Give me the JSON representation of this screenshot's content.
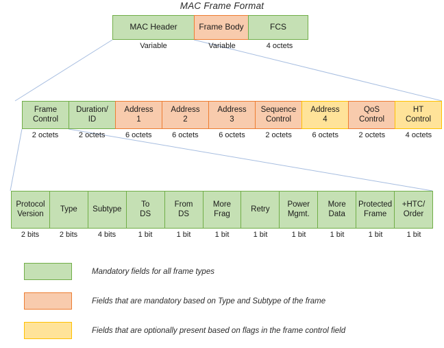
{
  "title": "MAC Frame Format",
  "colors": {
    "green_fill": "#C5E0B4",
    "green_border": "#70AD47",
    "orange_fill": "#F8CBAD",
    "orange_border": "#ED7D31",
    "yellow_fill": "#FFE399",
    "yellow_border": "#FFC000",
    "connector_line": "#A6BDE0"
  },
  "frame": {
    "fields": [
      {
        "label": "MAC Header",
        "size": "Variable",
        "color": "green"
      },
      {
        "label": "Frame Body",
        "size": "Variable",
        "color": "orange"
      },
      {
        "label": "FCS",
        "size": "4 octets",
        "color": "green"
      }
    ]
  },
  "mac_header": {
    "fields": [
      {
        "label": "Frame\nControl",
        "size": "2 octets",
        "color": "green"
      },
      {
        "label": "Duration/\nID",
        "size": "2 octets",
        "color": "green"
      },
      {
        "label": "Address\n1",
        "size": "6 octets",
        "color": "orange"
      },
      {
        "label": "Address\n2",
        "size": "6 octets",
        "color": "orange"
      },
      {
        "label": "Address\n3",
        "size": "6 octets",
        "color": "orange"
      },
      {
        "label": "Sequence\nControl",
        "size": "2 octets",
        "color": "orange"
      },
      {
        "label": "Address\n4",
        "size": "6 octets",
        "color": "yellow"
      },
      {
        "label": "QoS\nControl",
        "size": "2 octets",
        "color": "orange"
      },
      {
        "label": "HT\nControl",
        "size": "4 octets",
        "color": "yellow"
      }
    ]
  },
  "frame_control": {
    "fields": [
      {
        "label": "Protocol\nVersion",
        "size": "2 bits",
        "color": "green"
      },
      {
        "label": "Type",
        "size": "2 bits",
        "color": "green"
      },
      {
        "label": "Subtype",
        "size": "4 bits",
        "color": "green"
      },
      {
        "label": "To\nDS",
        "size": "1 bit",
        "color": "green"
      },
      {
        "label": "From\nDS",
        "size": "1 bit",
        "color": "green"
      },
      {
        "label": "More\nFrag",
        "size": "1 bit",
        "color": "green"
      },
      {
        "label": "Retry",
        "size": "1 bit",
        "color": "green"
      },
      {
        "label": "Power\nMgmt.",
        "size": "1 bit",
        "color": "green"
      },
      {
        "label": "More\nData",
        "size": "1 bit",
        "color": "green"
      },
      {
        "label": "Protected\nFrame",
        "size": "1 bit",
        "color": "green"
      },
      {
        "label": "+HTC/\nOrder",
        "size": "1 bit",
        "color": "green"
      }
    ]
  },
  "legend": {
    "items": [
      {
        "color": "green",
        "text": "Mandatory fields for all frame types"
      },
      {
        "color": "orange",
        "text": "Fields that are mandatory based on Type and Subtype of the frame"
      },
      {
        "color": "yellow",
        "text": "Fields that are optionally present based on flags in the frame control field"
      }
    ]
  }
}
